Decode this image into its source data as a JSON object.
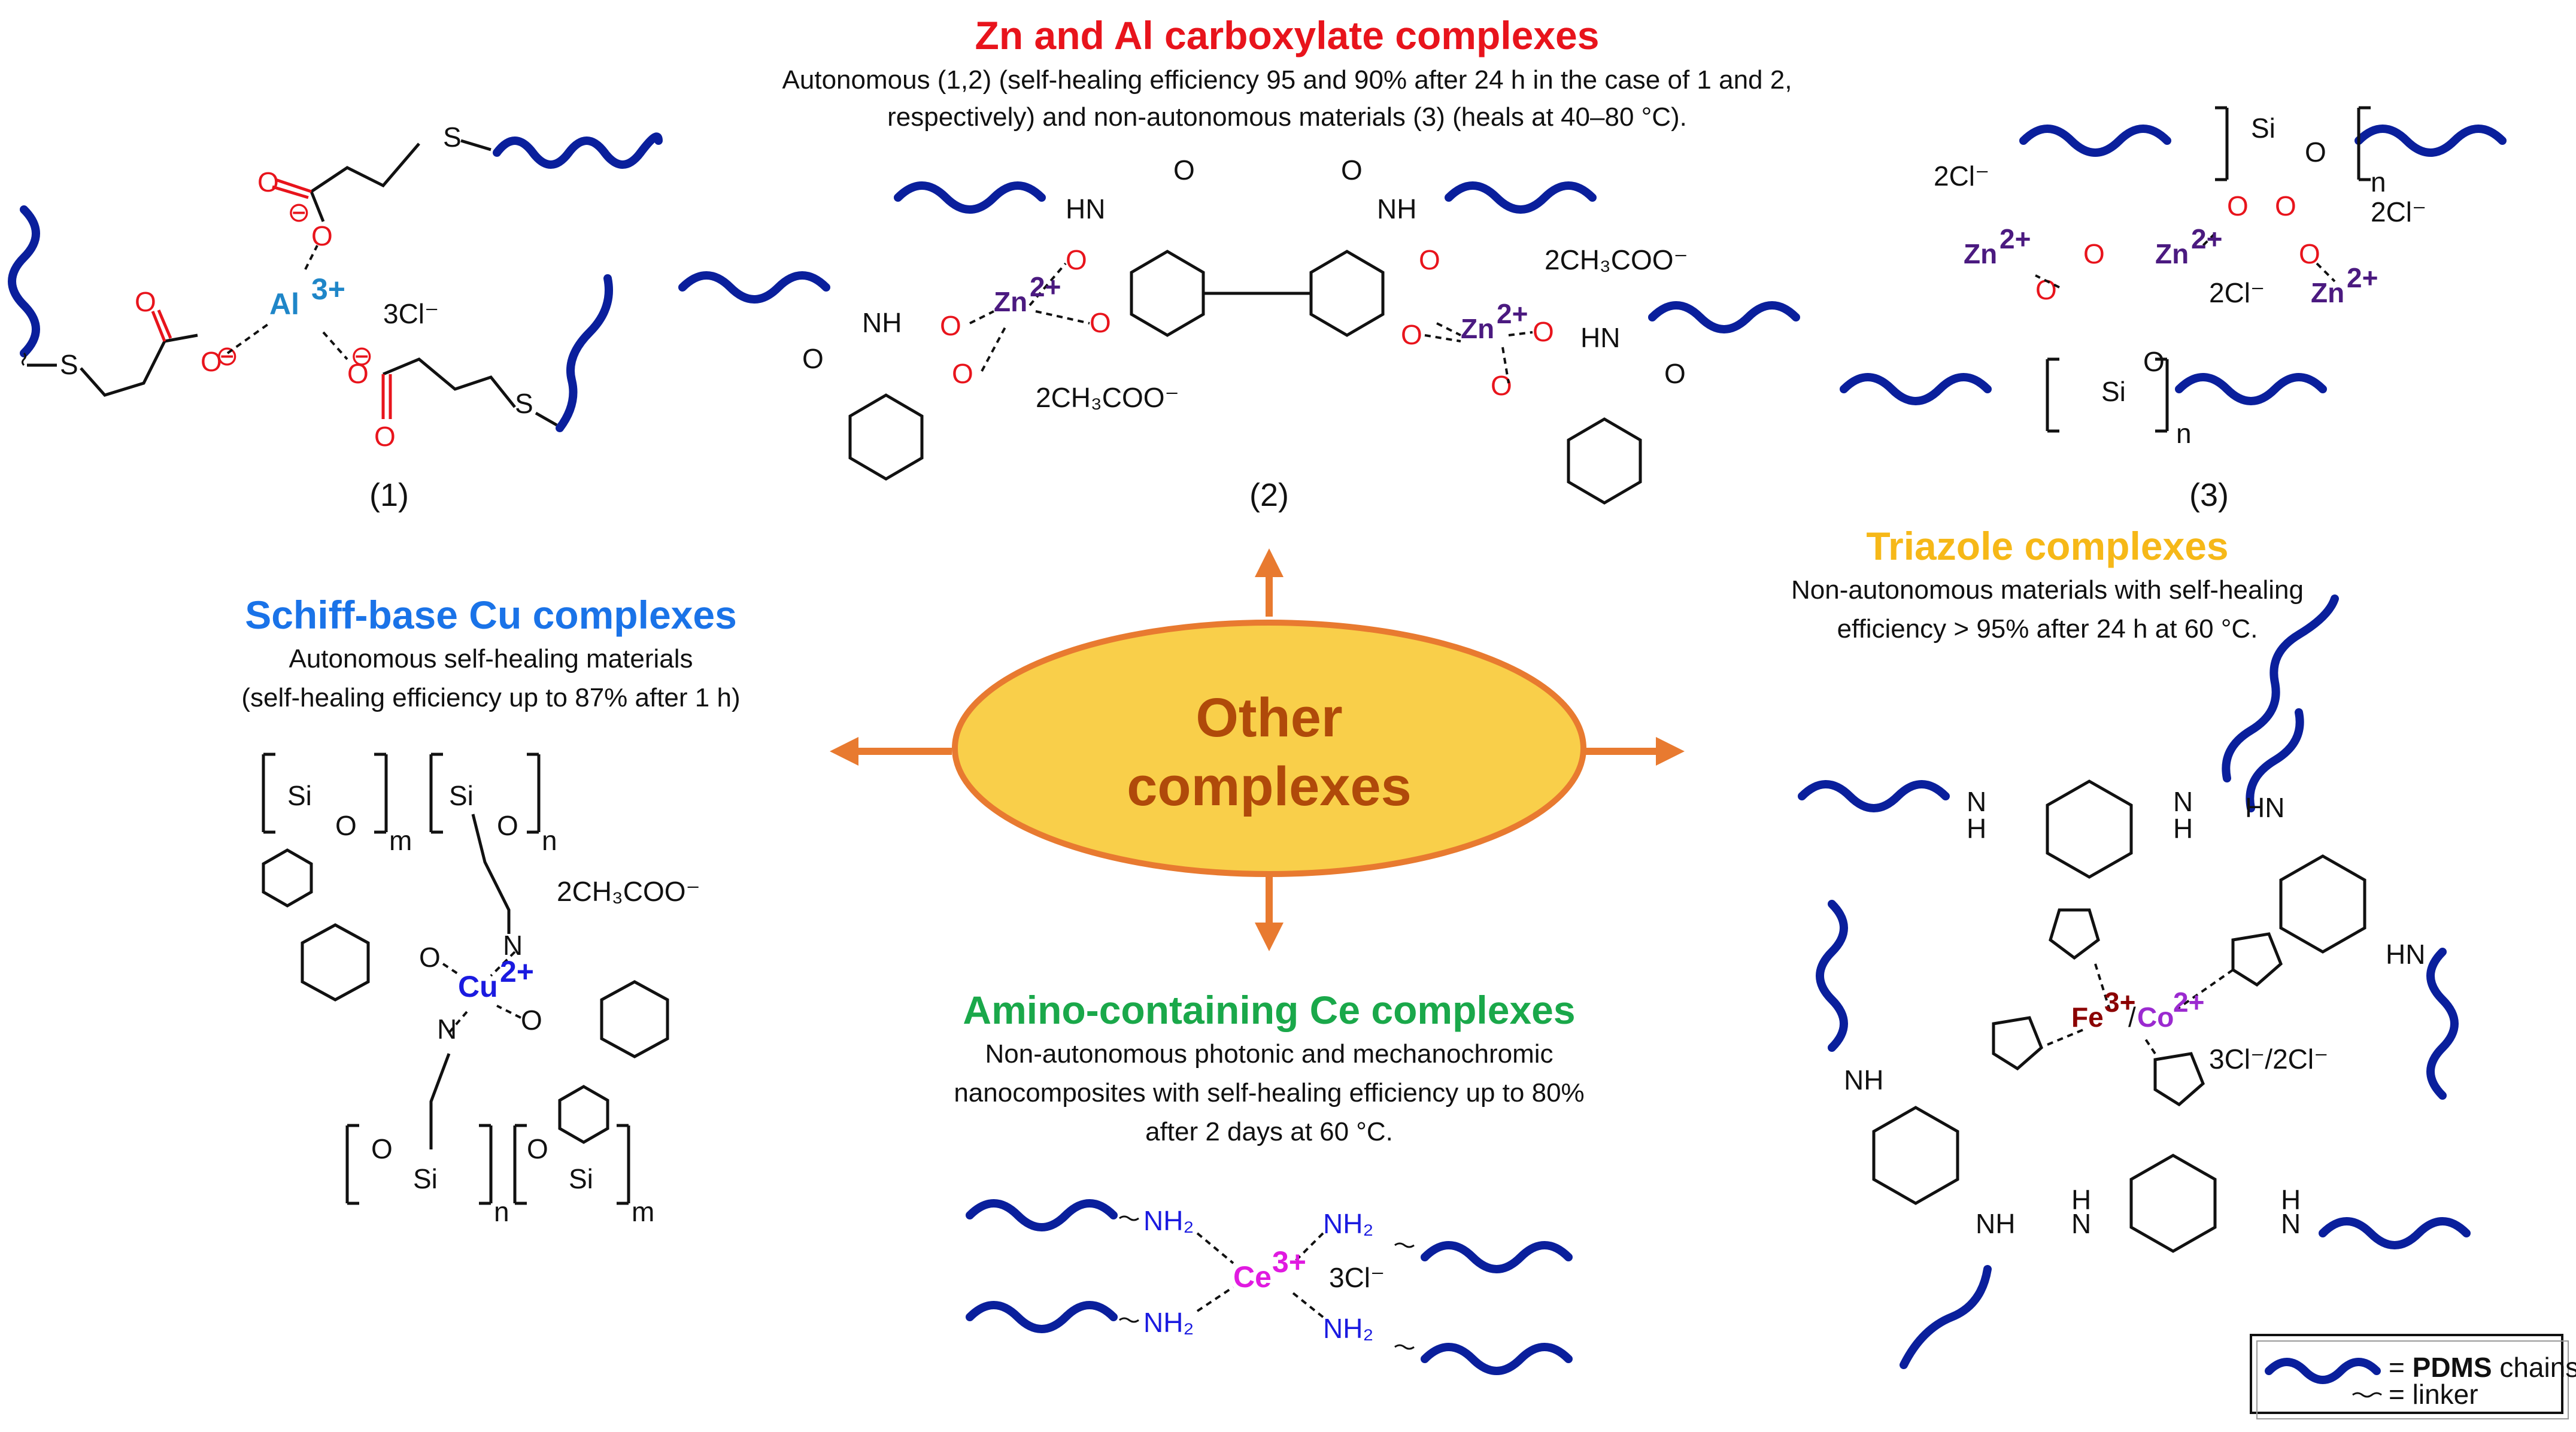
{
  "sections": {
    "zn_al": {
      "title": "Zn and Al carboxylate complexes",
      "desc_line1": "Autonomous (1,2) (self-healing efficiency 95 and 90% after 24 h in the case of 1 and 2,",
      "desc_line2": "respectively) and non-autonomous materials (3) (heals at 40–80 °C)."
    },
    "schiff": {
      "title": "Schiff-base Cu complexes",
      "desc_line1": "Autonomous self-healing materials",
      "desc_line2": "(self-healing efficiency up to 87% after 1 h)"
    },
    "triazole": {
      "title": "Triazole complexes",
      "desc_line1": "Non-autonomous materials with self-healing",
      "desc_line2": "efficiency > 95% after 24 h at 60 °C."
    },
    "amino": {
      "title": "Amino-containing Ce complexes",
      "desc_line1": "Non-autonomous photonic and mechanochromic",
      "desc_line2": "nanocomposites with self-healing efficiency up to 80%",
      "desc_line3": "after 2 days at 60 °C."
    }
  },
  "center": {
    "line1": "Other",
    "line2": "complexes"
  },
  "compounds": {
    "c1": "(1)",
    "c2": "(2)",
    "c3": "(3)"
  },
  "counter_ions": {
    "c1": "3Cl⁻",
    "c2_top": "2CH₃COO⁻",
    "c2_bottom": "2CH₃COO⁻",
    "c3_a": "2Cl⁻",
    "c3_b": "2Cl⁻",
    "c3_c": "2Cl⁻",
    "cu": "2CH₃COO⁻",
    "ce": "3Cl⁻",
    "triazole": "3Cl⁻/2Cl⁻"
  },
  "metals": {
    "al": "Al",
    "al_charge": "3+",
    "zn": "Zn",
    "zn_charge": "2+",
    "cu": "Cu",
    "cu_charge": "2+",
    "ce": "Ce",
    "ce_charge": "3+",
    "fe": "Fe",
    "fe_charge": "3+",
    "co": "Co",
    "co_charge": "2+"
  },
  "legend": {
    "pdms_prefix": "= ",
    "pdms_bold": "PDMS",
    "pdms_suffix": " chains",
    "linker": "= linker"
  },
  "colors": {
    "chain": "#0a1f9c",
    "arrow": "#e87a30",
    "ellipse_fill": "#f9cf4a",
    "ellipse_stroke": "#e87a30"
  }
}
